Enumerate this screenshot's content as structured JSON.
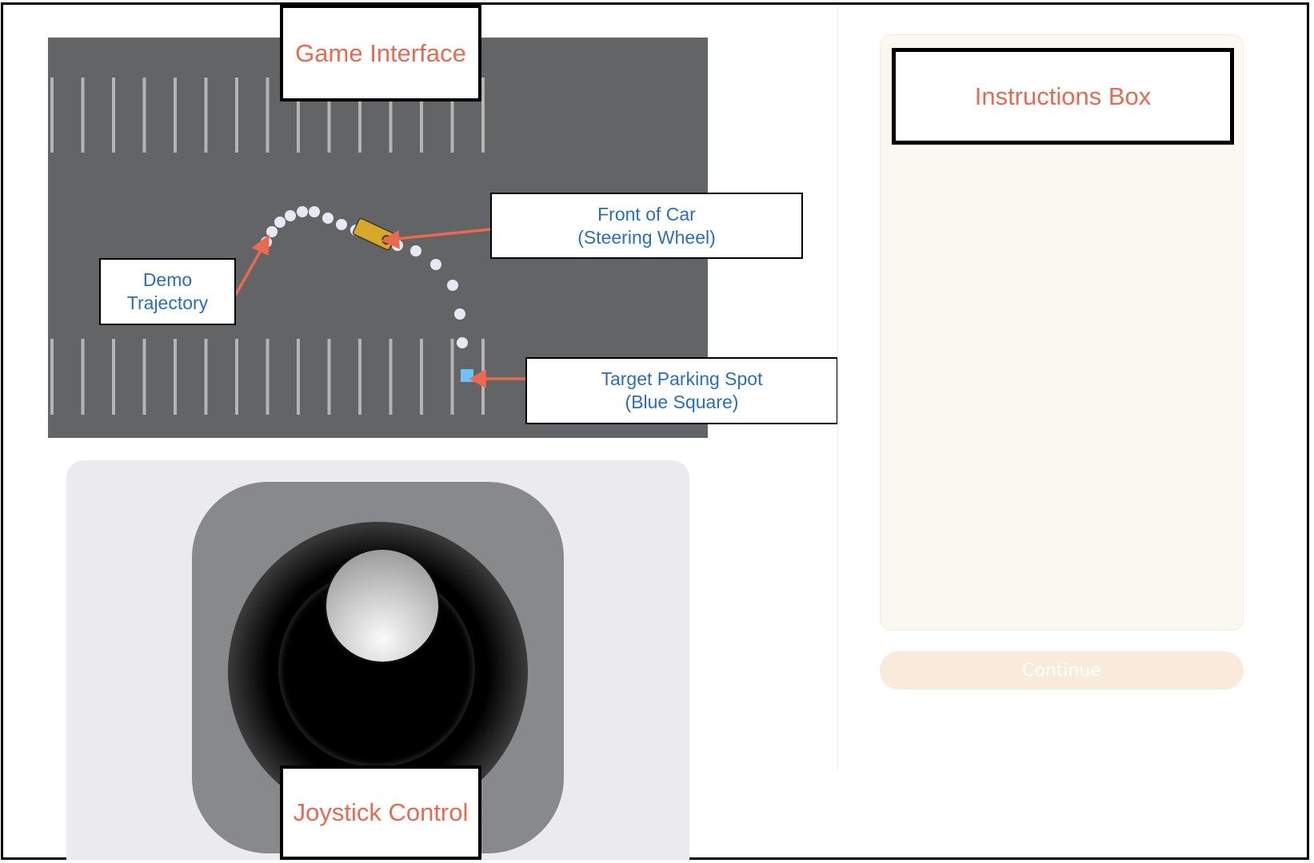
{
  "annotations": {
    "game_interface": "Game Interface",
    "instructions_box": "Instructions Box",
    "joystick_control": "Joystick Control",
    "front_of_car": [
      "Front of Car",
      "(Steering Wheel)"
    ],
    "demo_trajectory": [
      "Demo",
      "Trajectory"
    ],
    "target_parking_spot": [
      "Target Parking Spot",
      "(Blue Square)"
    ]
  },
  "instructions": {
    "continue_label": "Continue"
  },
  "colors": {
    "annotation_accent": "#ea6a50",
    "label_blue": "#2a6fba",
    "lot": "#636466",
    "target": "#6ec3f5",
    "car": "#e0b030"
  }
}
